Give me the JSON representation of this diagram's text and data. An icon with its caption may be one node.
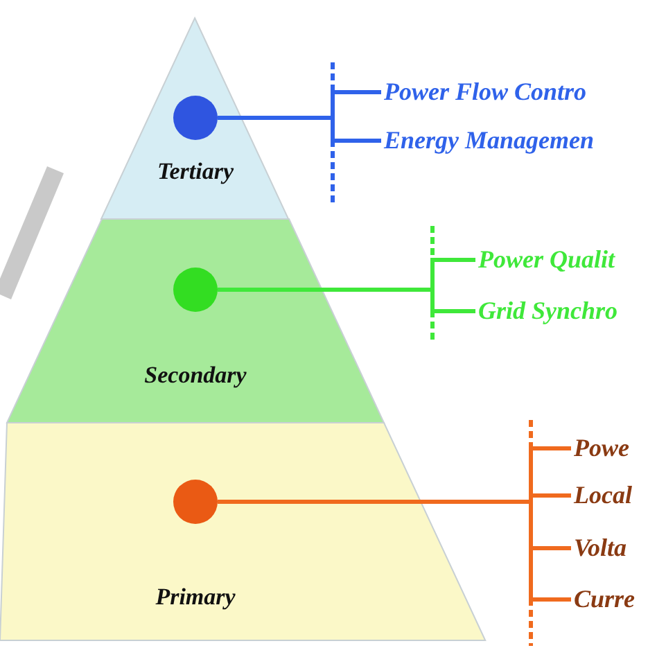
{
  "diagram": {
    "nodes": [
      {
        "text": [
          "Tertiary"
        ]
      },
      {
        "text": [],
        "shape": "circle",
        "in": 0
      },
      {
        "text": [
          "Secondary"
        ]
      },
      {
        "text": [],
        "shape": "circle",
        "in": 2
      },
      {
        "text": [
          "Primary"
        ]
      },
      {
        "text": [],
        "shape": "circle",
        "in": 4
      },
      {
        "text": [
          "Power Flow Contro"
        ]
      },
      {
        "text": [
          "Energy Managemen"
        ]
      },
      {
        "text": [
          "Power Qualit"
        ]
      },
      {
        "text": [
          "Grid Synchro"
        ]
      },
      {
        "text": [
          "Powe"
        ]
      },
      {
        "text": [
          "Local"
        ]
      },
      {
        "text": [
          "Volta"
        ]
      },
      {
        "text": [
          "Curre"
        ]
      },
      {
        "text": [],
        "shape": "bar"
      }
    ],
    "edges": [
      {
        "from": 1,
        "to": 6,
        "arrow": "none",
        "color": "#2f62ea"
      },
      {
        "from": 1,
        "to": 7,
        "arrow": "none",
        "color": "#2f62ea"
      },
      {
        "from": 3,
        "to": 8,
        "arrow": "none",
        "color": "#3fe83a"
      },
      {
        "from": 3,
        "to": 9,
        "arrow": "none",
        "color": "#3fe83a"
      },
      {
        "from": 5,
        "to": 10,
        "arrow": "none",
        "color": "#f06a1e"
      },
      {
        "from": 5,
        "to": 11,
        "arrow": "none",
        "color": "#f06a1e"
      },
      {
        "from": 5,
        "to": 12,
        "arrow": "none",
        "color": "#f06a1e"
      },
      {
        "from": 5,
        "to": 13,
        "arrow": "none",
        "color": "#f06a1e"
      }
    ]
  }
}
